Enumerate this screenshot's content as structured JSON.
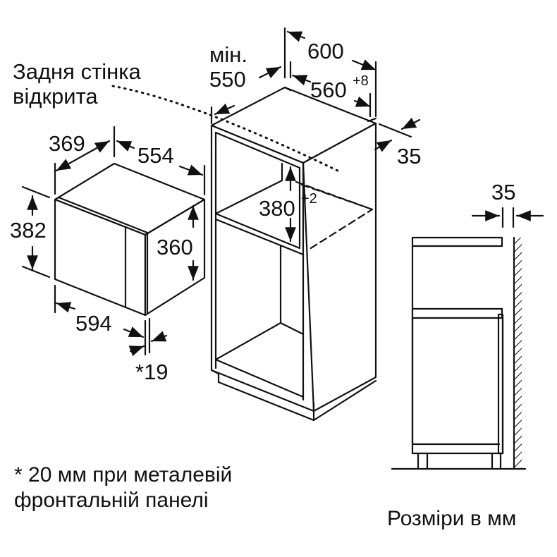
{
  "title": "Microwave built-in installation dimensions",
  "labels": {
    "rear_wall": [
      "Задня стінка",
      "відкрита"
    ],
    "min_label": "мін.",
    "min_value": "550",
    "cabinet_width": "600",
    "niche_width": "560",
    "niche_width_tol": "+8",
    "side_clearance": "35",
    "niche_height": "380",
    "niche_height_tol": "+2",
    "mw_depth": "369",
    "mw_width_top": "554",
    "mw_height_total": "382",
    "mw_height_body": "360",
    "mw_width_front": "594",
    "mw_front_thickness": "*19",
    "side_view_gap": "35"
  },
  "footnote": [
    "* 20 мм при металевій",
    "фронтальній панелі"
  ],
  "units_note": "Розміри в мм",
  "colors": {
    "line": "#111111",
    "background": "#ffffff"
  }
}
